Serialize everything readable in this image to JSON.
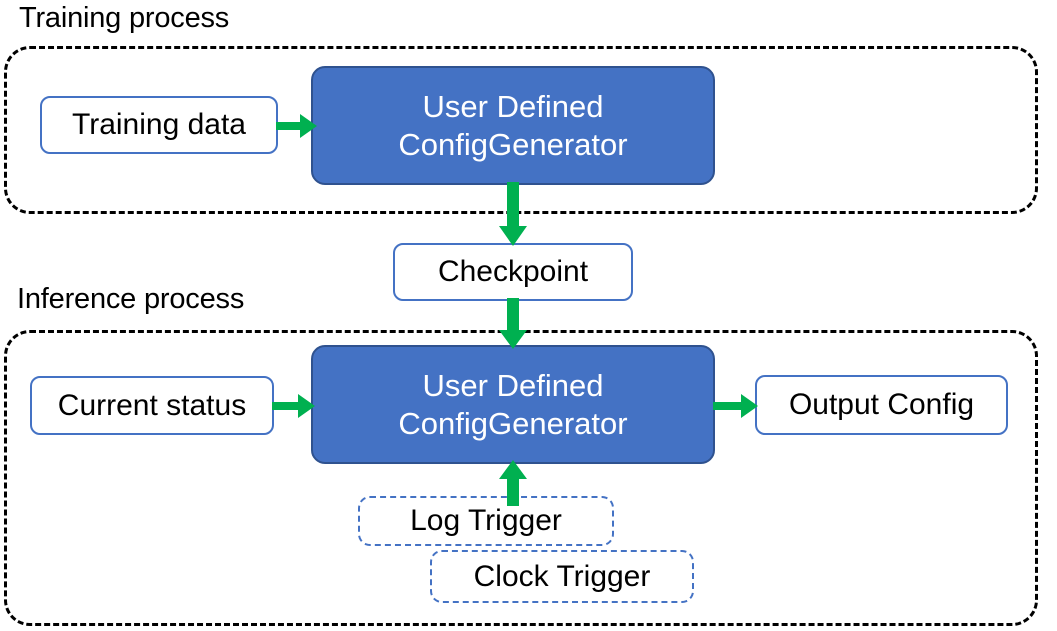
{
  "diagram": {
    "title_training": "Training process",
    "title_inference": "Inference process",
    "colors": {
      "process_fill": "#4472C4",
      "process_stroke": "#2F528F",
      "box_stroke": "#4472C4",
      "arrow": "#00B050",
      "container_stroke": "#000000",
      "text_dark": "#000000",
      "text_light": "#FFFFFF"
    },
    "training": {
      "input_box": "Training data",
      "process_line1": "User Defined",
      "process_line2": "ConfigGenerator"
    },
    "checkpoint": {
      "label": "Checkpoint"
    },
    "inference": {
      "input_box": "Current status",
      "process_line1": "User Defined",
      "process_line2": "ConfigGenerator",
      "output_box": "Output Config",
      "trigger_log": "Log Trigger",
      "trigger_clock": "Clock Trigger"
    },
    "edges": [
      {
        "name": "training-data-to-generator",
        "direction": "right"
      },
      {
        "name": "generator-to-checkpoint",
        "direction": "down"
      },
      {
        "name": "checkpoint-to-generator",
        "direction": "down"
      },
      {
        "name": "current-status-to-generator",
        "direction": "right"
      },
      {
        "name": "generator-to-output-config",
        "direction": "right"
      },
      {
        "name": "triggers-to-generator",
        "direction": "up"
      }
    ]
  }
}
